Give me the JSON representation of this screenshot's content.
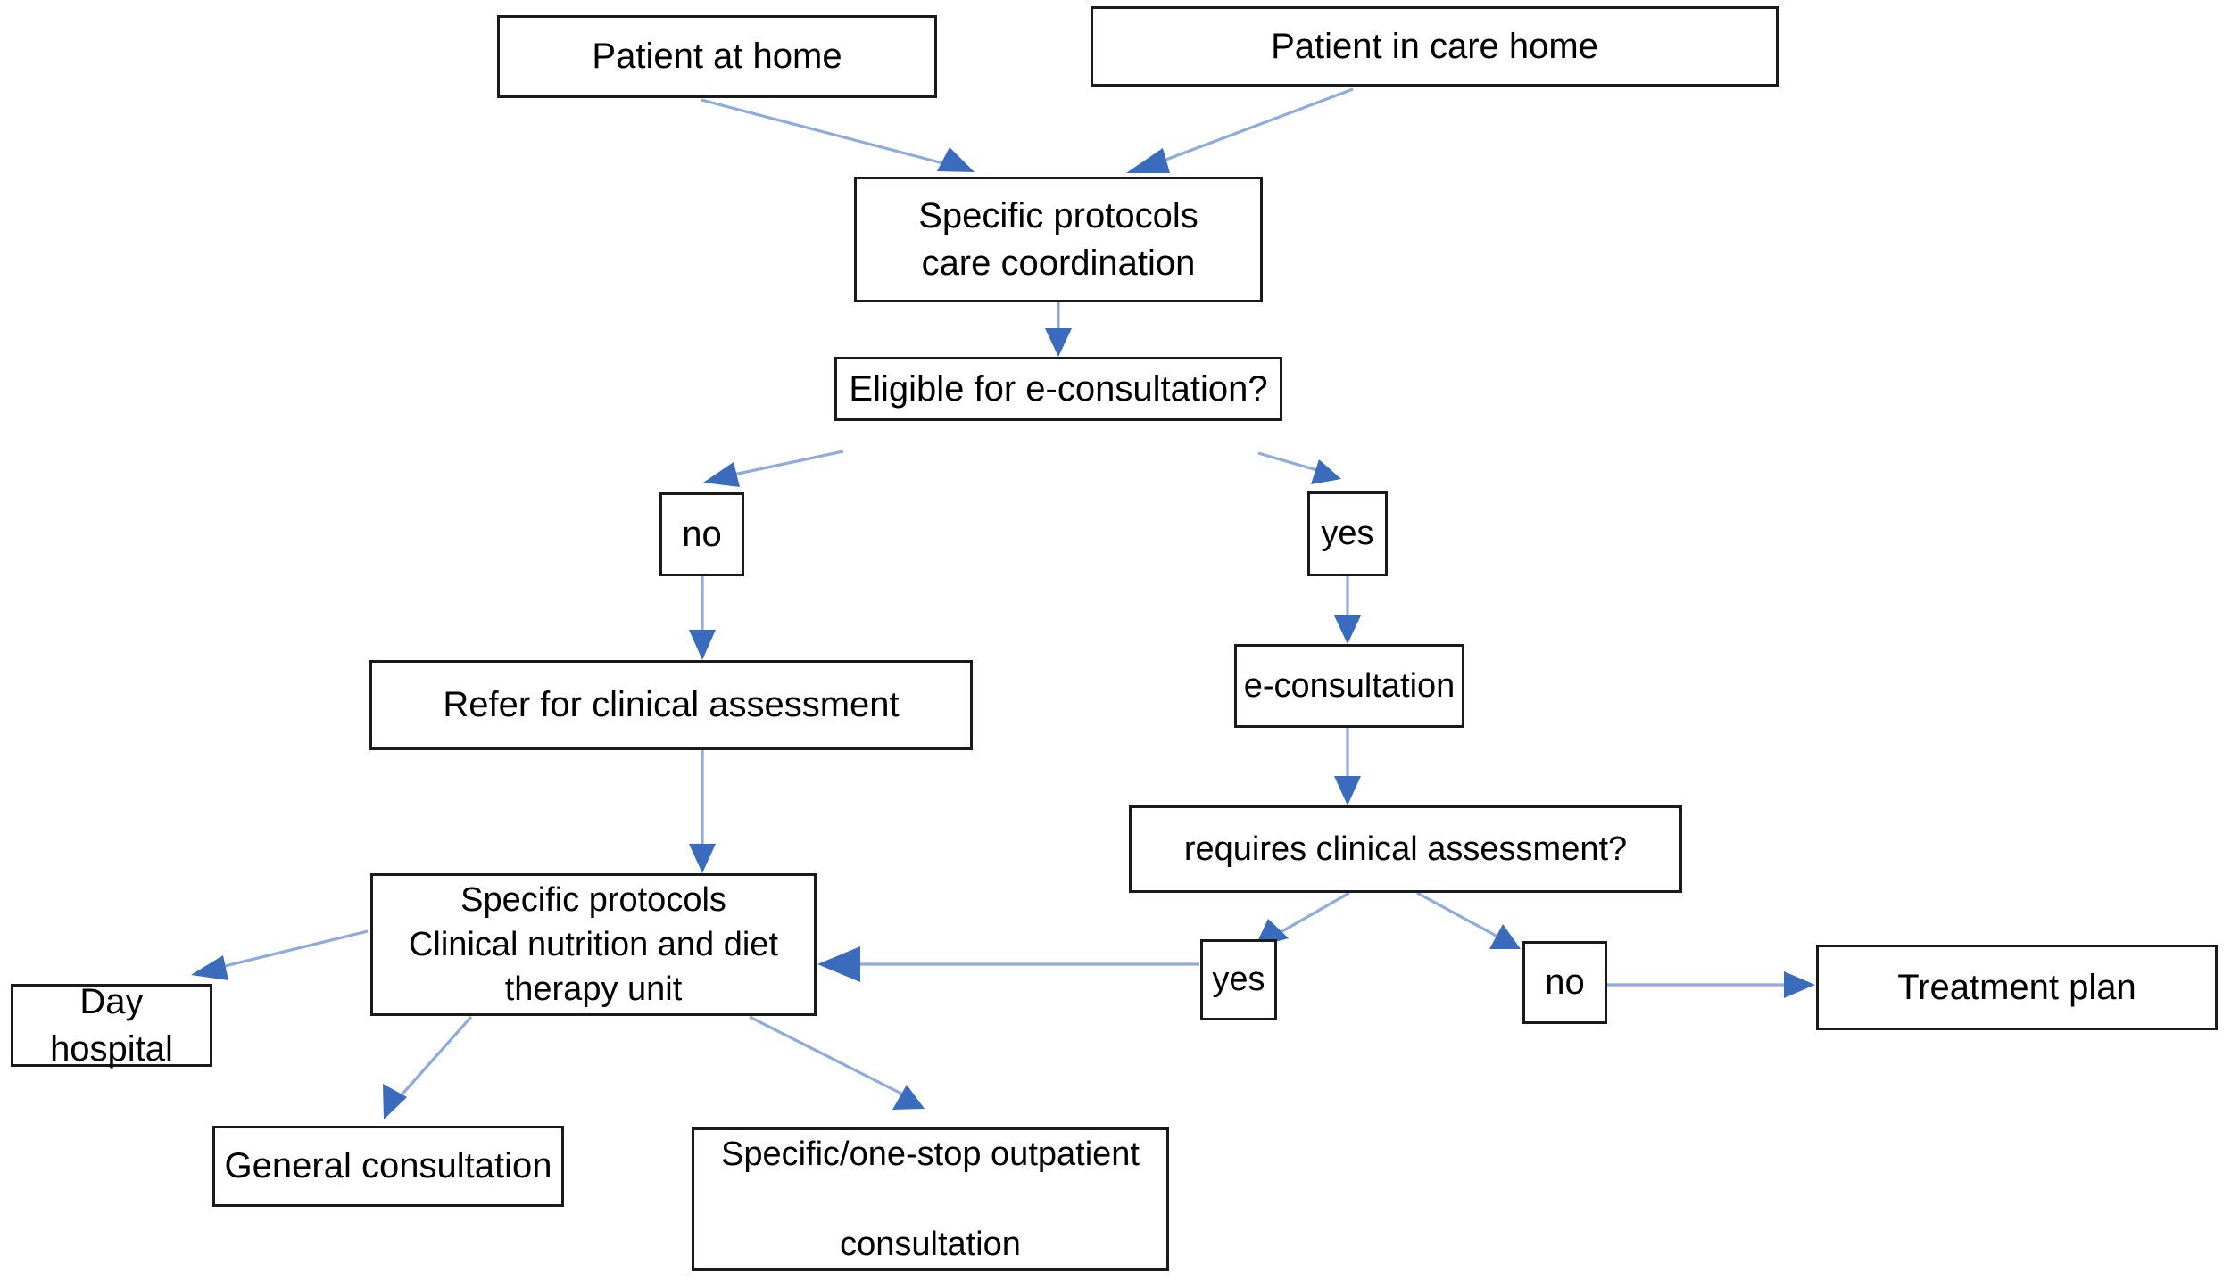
{
  "diagram": {
    "title": "Patient care pathway flowchart",
    "colors": {
      "node_border": "#1a1a1a",
      "node_fill": "#ffffff",
      "edge_line": "#8faadc",
      "edge_head": "#3a6bbd",
      "text": "#000000"
    },
    "nodes": [
      {
        "id": "patient-at-home",
        "label": "Patient at home"
      },
      {
        "id": "patient-in-care-home",
        "label": "Patient in care home"
      },
      {
        "id": "specific-protocols-care-coordination",
        "label": "Specific protocols\ncare coordination"
      },
      {
        "id": "eligible-for-e-consultation",
        "label": "Eligible for e-consultation?"
      },
      {
        "id": "eligible-no",
        "label": "no"
      },
      {
        "id": "eligible-yes",
        "label": "yes"
      },
      {
        "id": "refer-for-clinical-assessment",
        "label": "Refer for clinical assessment"
      },
      {
        "id": "e-consultation",
        "label": "e-consultation"
      },
      {
        "id": "requires-clinical-assessment",
        "label": "requires clinical assessment?"
      },
      {
        "id": "specific-protocols-nutrition-unit",
        "label": "Specific protocols\nClinical nutrition and diet\ntherapy unit"
      },
      {
        "id": "requires-yes",
        "label": "yes"
      },
      {
        "id": "requires-no",
        "label": "no"
      },
      {
        "id": "treatment-plan",
        "label": "Treatment plan"
      },
      {
        "id": "day-hospital",
        "label": "Day hospital"
      },
      {
        "id": "general-consultation",
        "label": "General consultation"
      },
      {
        "id": "specific-one-stop-outpatient-consultation",
        "label": "Specific/one-stop outpatient\n\nconsultation"
      }
    ],
    "edges": [
      {
        "from": "patient-at-home",
        "to": "specific-protocols-care-coordination"
      },
      {
        "from": "patient-in-care-home",
        "to": "specific-protocols-care-coordination"
      },
      {
        "from": "specific-protocols-care-coordination",
        "to": "eligible-for-e-consultation"
      },
      {
        "from": "eligible-for-e-consultation",
        "to": "eligible-no"
      },
      {
        "from": "eligible-for-e-consultation",
        "to": "eligible-yes"
      },
      {
        "from": "eligible-no",
        "to": "refer-for-clinical-assessment"
      },
      {
        "from": "eligible-yes",
        "to": "e-consultation"
      },
      {
        "from": "refer-for-clinical-assessment",
        "to": "specific-protocols-nutrition-unit"
      },
      {
        "from": "e-consultation",
        "to": "requires-clinical-assessment"
      },
      {
        "from": "requires-clinical-assessment",
        "to": "requires-yes"
      },
      {
        "from": "requires-clinical-assessment",
        "to": "requires-no"
      },
      {
        "from": "requires-yes",
        "to": "specific-protocols-nutrition-unit"
      },
      {
        "from": "requires-no",
        "to": "treatment-plan"
      },
      {
        "from": "specific-protocols-nutrition-unit",
        "to": "day-hospital"
      },
      {
        "from": "specific-protocols-nutrition-unit",
        "to": "general-consultation"
      },
      {
        "from": "specific-protocols-nutrition-unit",
        "to": "specific-one-stop-outpatient-consultation"
      }
    ]
  }
}
